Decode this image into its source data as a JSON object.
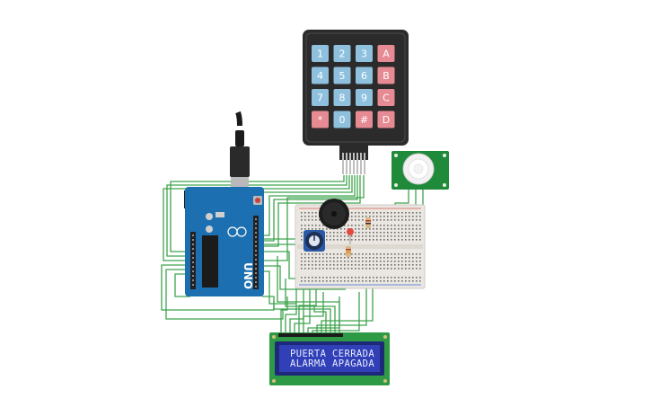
{
  "keypad": {
    "keys": [
      {
        "label": "1",
        "type": "num"
      },
      {
        "label": "2",
        "type": "num"
      },
      {
        "label": "3",
        "type": "num"
      },
      {
        "label": "A",
        "type": "letter"
      },
      {
        "label": "4",
        "type": "num"
      },
      {
        "label": "5",
        "type": "num"
      },
      {
        "label": "6",
        "type": "num"
      },
      {
        "label": "B",
        "type": "letter"
      },
      {
        "label": "7",
        "type": "num"
      },
      {
        "label": "8",
        "type": "num"
      },
      {
        "label": "9",
        "type": "num"
      },
      {
        "label": "C",
        "type": "letter"
      },
      {
        "label": "*",
        "type": "letter"
      },
      {
        "label": "0",
        "type": "num"
      },
      {
        "label": "#",
        "type": "letter"
      },
      {
        "label": "D",
        "type": "letter"
      }
    ],
    "colors": {
      "body": "#2b2b2b",
      "num_key": "#8fc1de",
      "letter_key": "#e68a93",
      "text": "#ffffff"
    }
  },
  "lcd": {
    "line1": "PUERTA CERRADA",
    "line2": "ALARMA APAGADA",
    "colors": {
      "pcb": "#2e9a45",
      "screen": "#3240b8",
      "text": "#e6ecff"
    }
  },
  "arduino": {
    "logo": "UNO",
    "colors": {
      "pcb": "#1c6fb0"
    }
  },
  "colors": {
    "wire": "#3fa34d",
    "breadboard": "#eae7e2",
    "pir_board": "#1f8a3a"
  }
}
